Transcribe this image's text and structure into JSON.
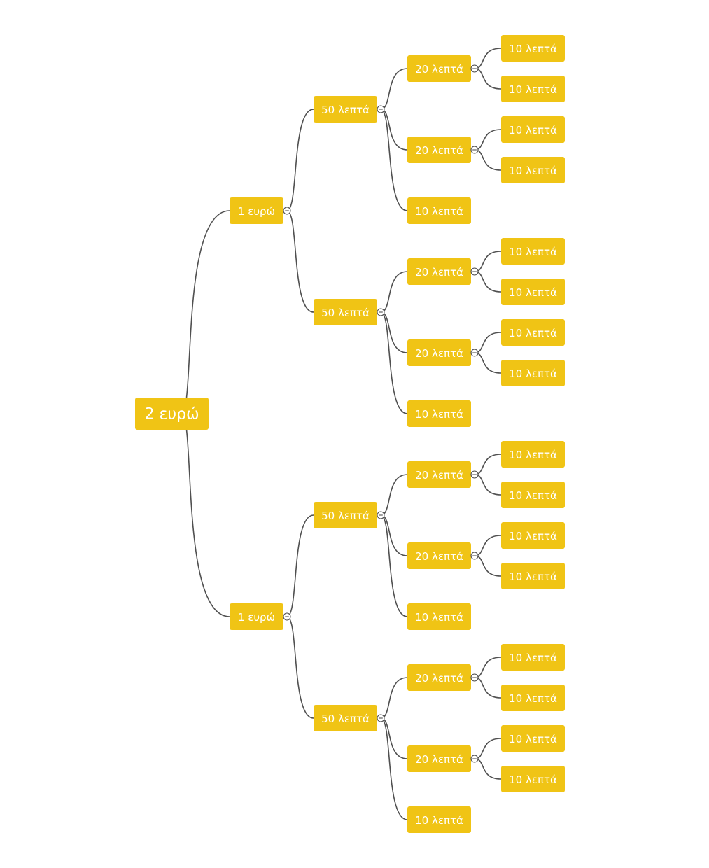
{
  "colors": {
    "node_fill": "#f0c415",
    "node_text": "#ffffff",
    "edge": "#505050"
  },
  "tree": {
    "label": "2 ευρώ",
    "children": [
      {
        "label": "1 ευρώ",
        "children": [
          {
            "label": "50 λεπτά",
            "children": [
              {
                "label": "20 λεπτά",
                "children": [
                  {
                    "label": "10 λεπτά"
                  },
                  {
                    "label": "10 λεπτά"
                  }
                ]
              },
              {
                "label": "20 λεπτά",
                "children": [
                  {
                    "label": "10 λεπτά"
                  },
                  {
                    "label": "10 λεπτά"
                  }
                ]
              },
              {
                "label": "10 λεπτά"
              }
            ]
          },
          {
            "label": "50 λεπτά",
            "children": [
              {
                "label": "20 λεπτά",
                "children": [
                  {
                    "label": "10 λεπτά"
                  },
                  {
                    "label": "10 λεπτά"
                  }
                ]
              },
              {
                "label": "20 λεπτά",
                "children": [
                  {
                    "label": "10 λεπτά"
                  },
                  {
                    "label": "10 λεπτά"
                  }
                ]
              },
              {
                "label": "10 λεπτά"
              }
            ]
          }
        ]
      },
      {
        "label": "1 ευρώ",
        "children": [
          {
            "label": "50 λεπτά",
            "children": [
              {
                "label": "20 λεπτά",
                "children": [
                  {
                    "label": "10 λεπτά"
                  },
                  {
                    "label": "10 λεπτά"
                  }
                ]
              },
              {
                "label": "20 λεπτά",
                "children": [
                  {
                    "label": "10 λεπτά"
                  },
                  {
                    "label": "10 λεπτά"
                  }
                ]
              },
              {
                "label": "10 λεπτά"
              }
            ]
          },
          {
            "label": "50 λεπτά",
            "children": [
              {
                "label": "20 λεπτά",
                "children": [
                  {
                    "label": "10 λεπτά"
                  },
                  {
                    "label": "10 λεπτά"
                  }
                ]
              },
              {
                "label": "20 λεπτά",
                "children": [
                  {
                    "label": "10 λεπτά"
                  },
                  {
                    "label": "10 λεπτά"
                  }
                ]
              },
              {
                "label": "10 λεπτά"
              }
            ]
          }
        ]
      }
    ]
  }
}
